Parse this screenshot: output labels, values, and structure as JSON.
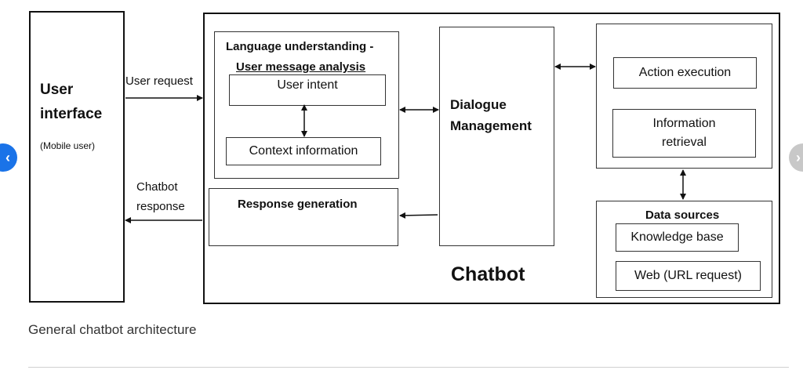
{
  "diagram": {
    "user_interface": {
      "title_line1": "User",
      "title_line2": "interface",
      "subtitle": "(Mobile user)"
    },
    "edges": {
      "user_request": "User request",
      "chatbot_response_line1": "Chatbot",
      "chatbot_response_line2": "response"
    },
    "language_understanding": {
      "title_line1": "Language understanding -",
      "title_line2": "User message analysis",
      "user_intent": "User intent",
      "context_information": "Context information"
    },
    "response_generation": "Response generation",
    "dialogue_management": {
      "line1": "Dialogue",
      "line2": "Management"
    },
    "actions": {
      "action_execution": "Action execution",
      "information_retrieval_line1": "Information",
      "information_retrieval_line2": "retrieval"
    },
    "data_sources": {
      "title": "Data sources",
      "knowledge_base": "Knowledge base",
      "web": "Web (URL request)"
    },
    "chatbot_label": "Chatbot"
  },
  "caption": "General chatbot architecture",
  "carousel": {
    "prev_icon": "chevron-left-icon",
    "next_icon": "chevron-right-icon",
    "prev_color": "#1a73e8",
    "next_color": "#c8c8c8"
  }
}
